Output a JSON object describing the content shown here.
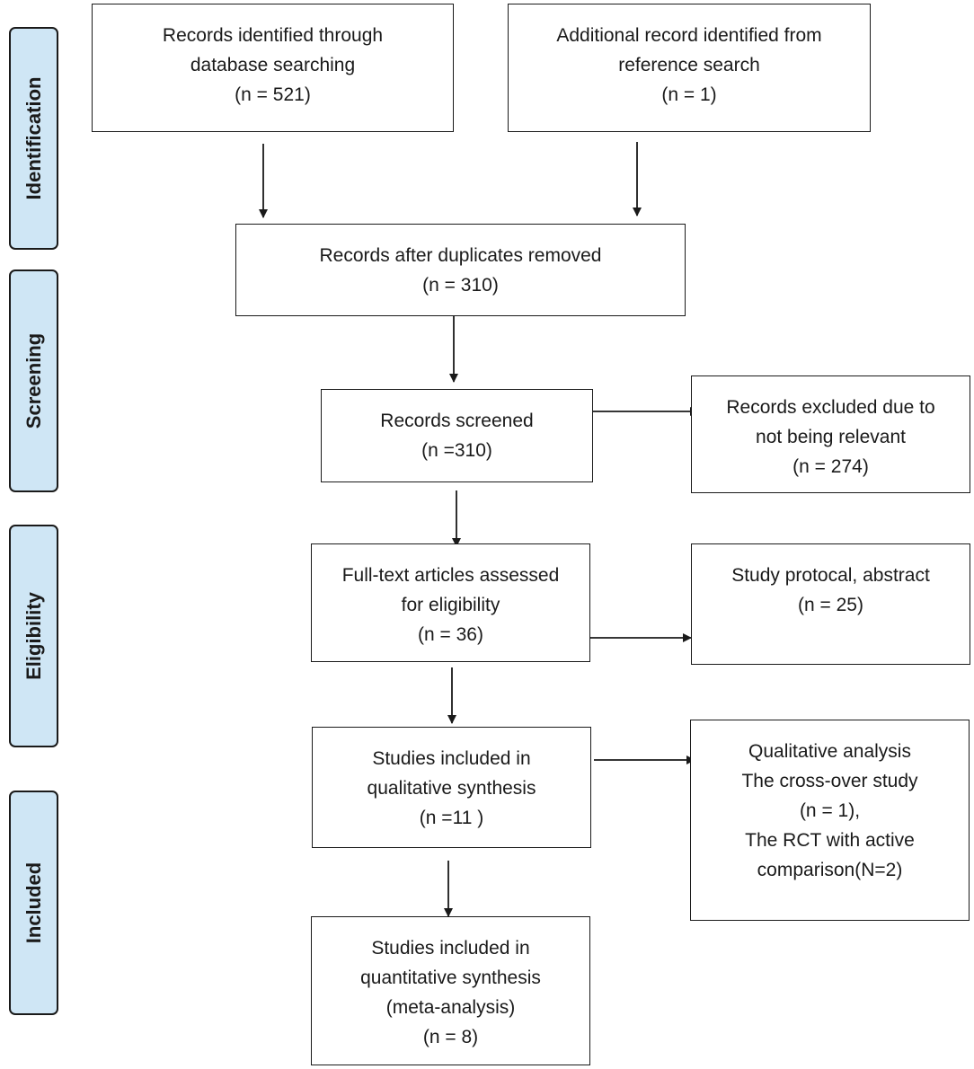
{
  "stages": [
    {
      "id": "identification",
      "label": "Identification"
    },
    {
      "id": "screening",
      "label": "Screening"
    },
    {
      "id": "eligibility",
      "label": "Eligibility"
    },
    {
      "id": "included",
      "label": "Included"
    }
  ],
  "boxes": {
    "database_search": {
      "lines": [
        "Records identified through",
        "database searching",
        "(n = 521)"
      ]
    },
    "reference_search": {
      "lines": [
        "Additional record identified from",
        "reference search",
        "(n = 1)"
      ]
    },
    "duplicates_removed": {
      "lines": [
        "Records after duplicates removed",
        "(n = 310)"
      ]
    },
    "screened": {
      "lines": [
        "Records screened",
        "(n =310)"
      ]
    },
    "excluded_not_relevant": {
      "lines": [
        "Records excluded due to",
        "not being relevant",
        "(n = 274)"
      ]
    },
    "full_text": {
      "lines": [
        "Full-text articles assessed",
        "for eligibility",
        "(n = 36)"
      ]
    },
    "protocol_abstract": {
      "lines": [
        "Study protocal, abstract",
        "(n = 25)"
      ]
    },
    "qualitative": {
      "lines": [
        "Studies included in",
        "qualitative synthesis",
        "(n =11 )"
      ]
    },
    "qualitative_analysis": {
      "lines": [
        "Qualitative analysis",
        "The cross-over study",
        "(n = 1),",
        "The RCT with active",
        "comparison(N=2)"
      ]
    },
    "quantitative": {
      "lines": [
        "Studies included in",
        "quantitative synthesis",
        "(meta-analysis)",
        "(n = 8)"
      ]
    }
  }
}
